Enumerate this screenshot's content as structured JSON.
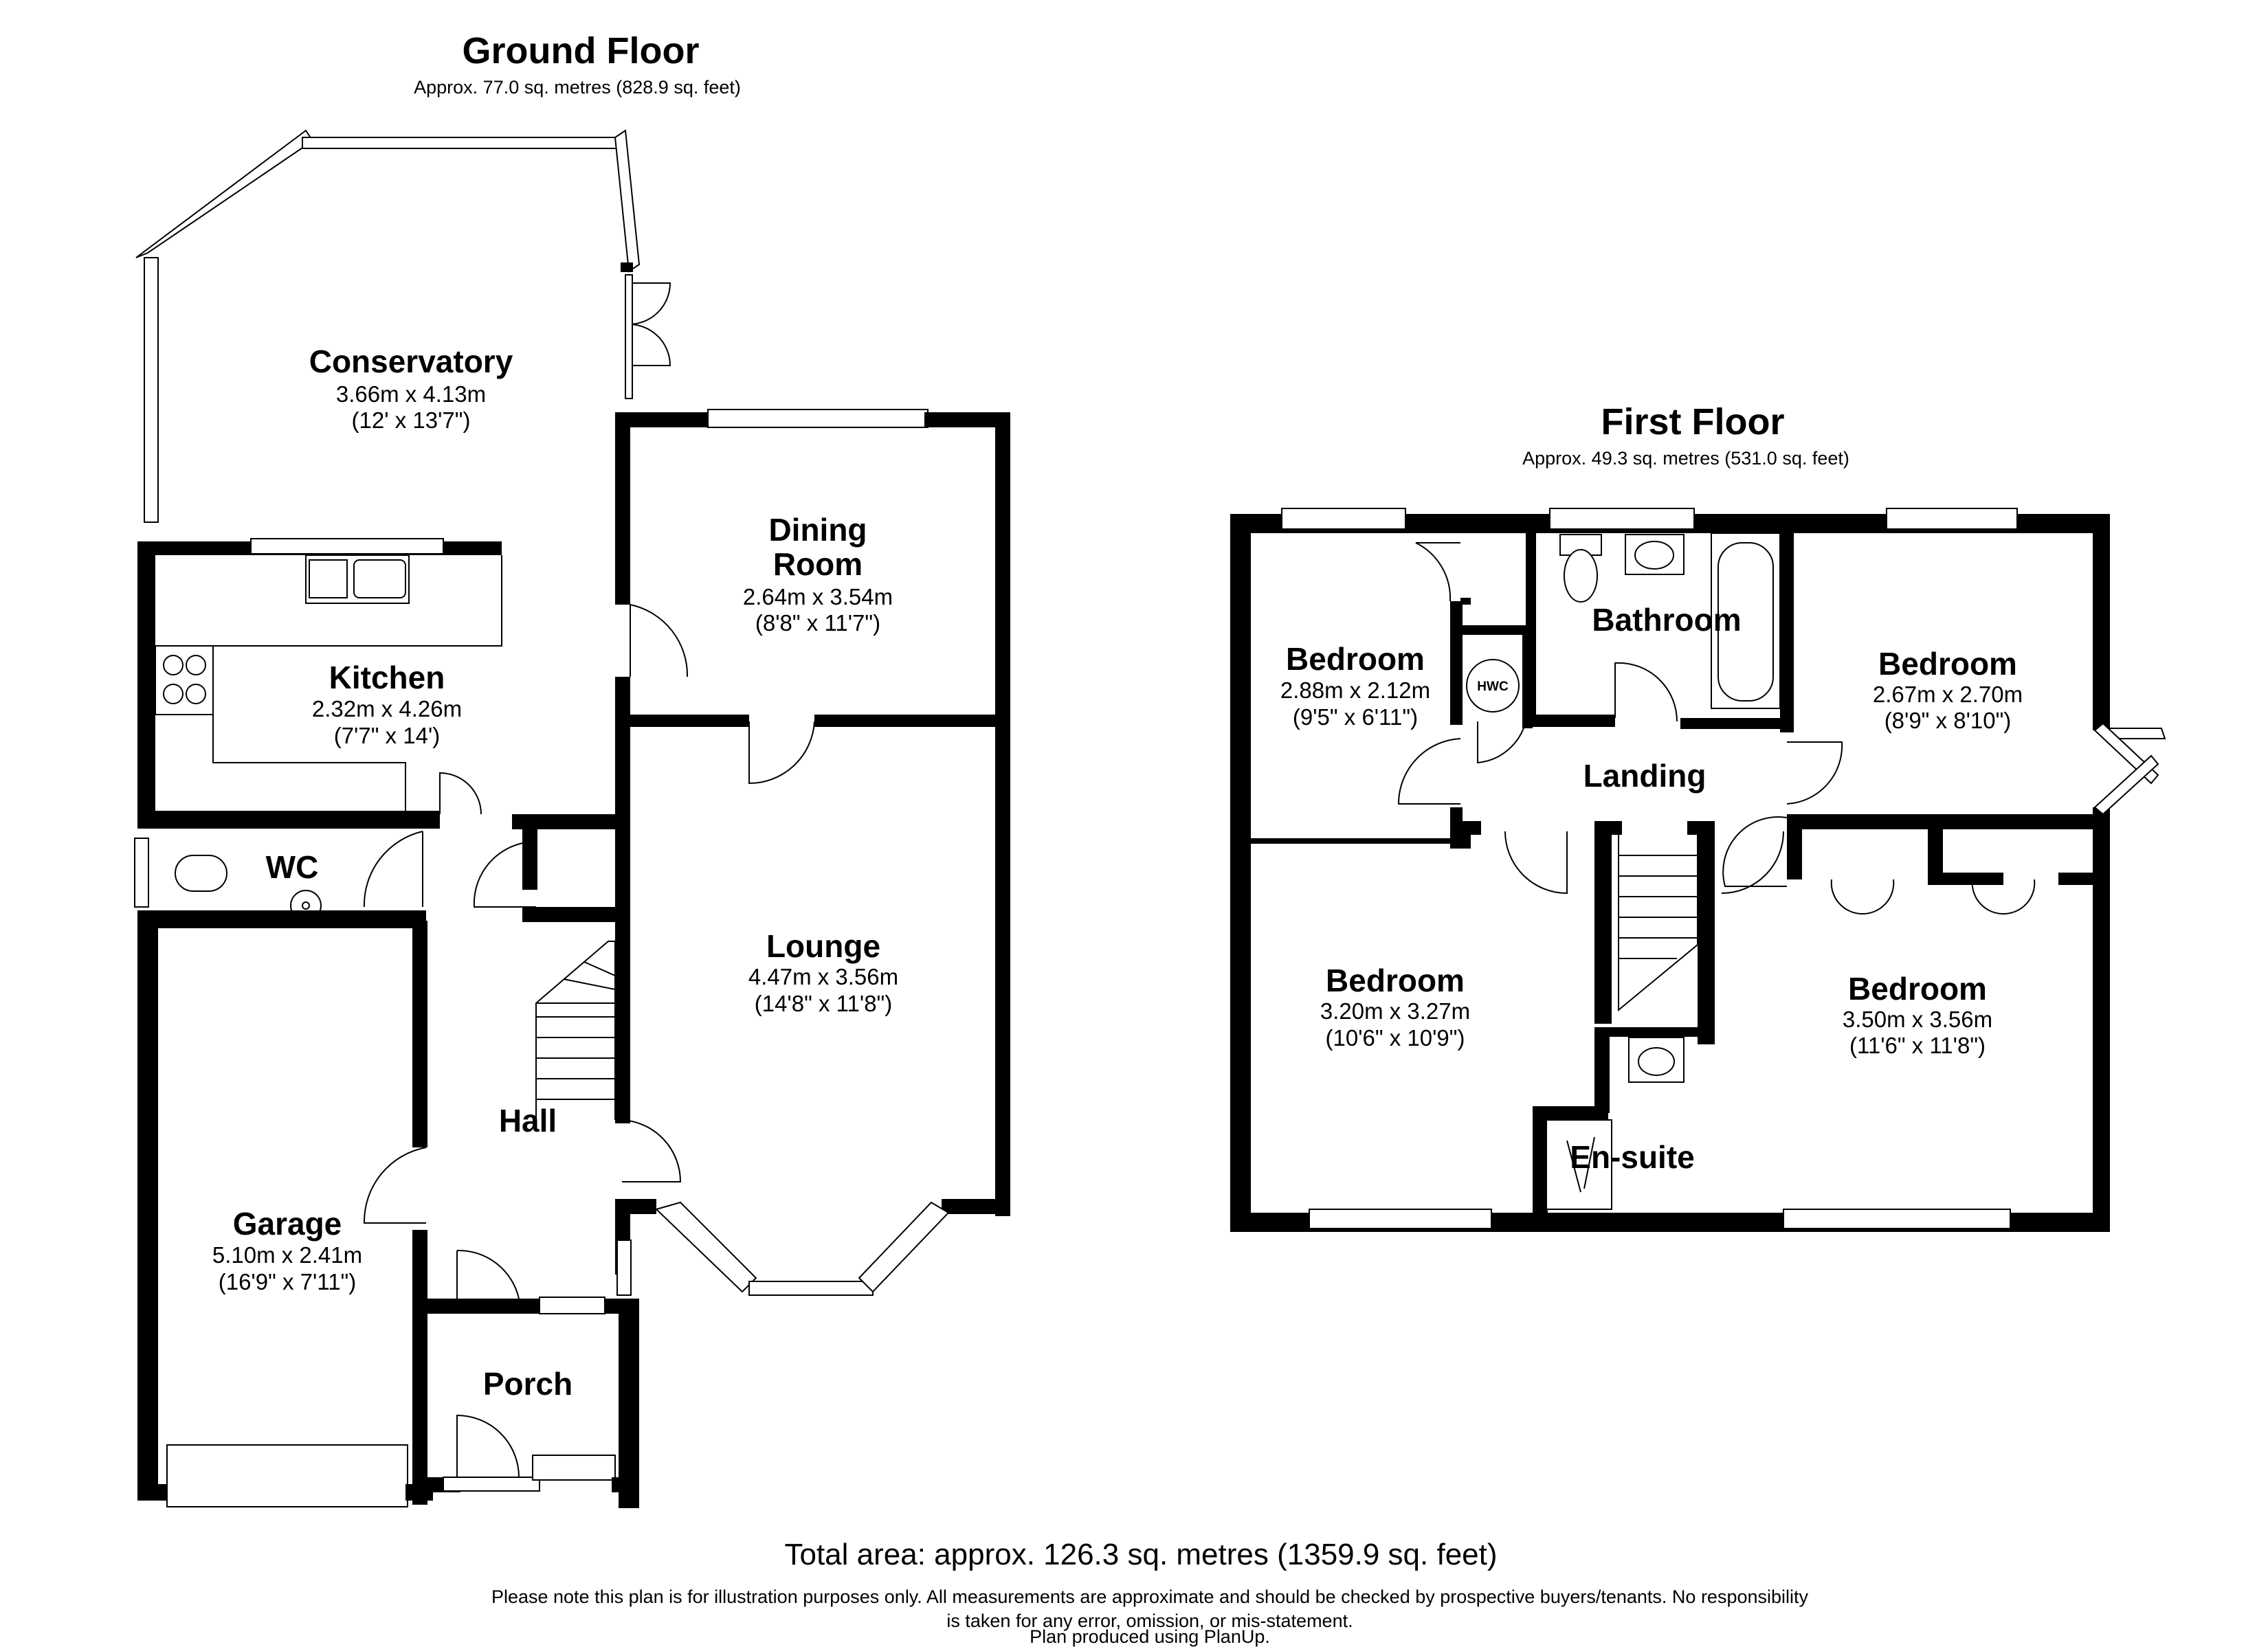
{
  "ground_floor": {
    "title": "Ground Floor",
    "area": "Approx. 77.0 sq. metres (828.9 sq. feet)",
    "rooms": {
      "conservatory": {
        "name": "Conservatory",
        "metric": "3.66m x 4.13m",
        "imperial": "(12' x 13'7\")"
      },
      "dining_room": {
        "name_line1": "Dining",
        "name_line2": "Room",
        "metric": "2.64m x 3.54m",
        "imperial": "(8'8\" x 11'7\")"
      },
      "kitchen": {
        "name": "Kitchen",
        "metric": "2.32m x 4.26m",
        "imperial": "(7'7\" x 14')"
      },
      "wc": {
        "name": "WC"
      },
      "lounge": {
        "name": "Lounge",
        "metric": "4.47m x 3.56m",
        "imperial": "(14'8\" x 11'8\")"
      },
      "hall": {
        "name": "Hall"
      },
      "garage": {
        "name": "Garage",
        "metric": "5.10m x 2.41m",
        "imperial": "(16'9\" x 7'11\")"
      },
      "porch": {
        "name": "Porch"
      }
    }
  },
  "first_floor": {
    "title": "First Floor",
    "area": "Approx. 49.3 sq. metres (531.0 sq. feet)",
    "rooms": {
      "bedroom_nw": {
        "name": "Bedroom",
        "metric": "2.88m x 2.12m",
        "imperial": "(9'5\" x 6'11\")"
      },
      "bathroom": {
        "name": "Bathroom"
      },
      "bedroom_ne": {
        "name": "Bedroom",
        "metric": "2.67m x 2.70m",
        "imperial": "(8'9\" x 8'10\")"
      },
      "hwc": {
        "name": "HWC"
      },
      "landing": {
        "name": "Landing"
      },
      "bedroom_sw": {
        "name": "Bedroom",
        "metric": "3.20m x 3.27m",
        "imperial": "(10'6\" x 10'9\")"
      },
      "bedroom_se": {
        "name": "Bedroom",
        "metric": "3.50m x 3.56m",
        "imperial": "(11'6\" x 11'8\")"
      },
      "en_suite": {
        "name": "En-suite"
      }
    }
  },
  "footer": {
    "total": "Total area: approx. 126.3 sq. metres (1359.9 sq. feet)",
    "disclaimer_line1": "Please note this plan is for illustration purposes only. All measurements are approximate and should be checked by prospective buyers/tenants. No responsibility",
    "disclaimer_line2": "is taken for any error, omission, or mis-statement.",
    "disclaimer_line3": "Plan produced using PlanUp."
  }
}
